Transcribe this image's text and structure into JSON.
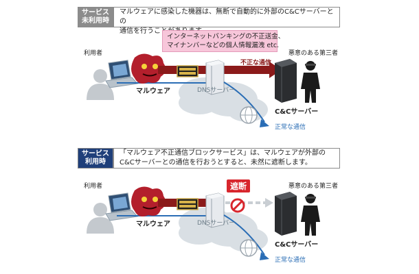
{
  "top": {
    "tag_line1": "サービス",
    "tag_line2": "未利用時",
    "desc_line1": "マルウェアに感染した機器は、無断で自動的に外部のC&Cサーバーとの",
    "desc_line2": "通信を行うことがあります。",
    "callout_line1": "インターネットバンキングの不正送金、",
    "callout_line2": "マイナンバーなどの個人情報漏洩 etc.",
    "user_label": "利用者",
    "third_party_label": "悪意のある第三者",
    "malware_label": "マルウェア",
    "dns_label": "DNSサーバー",
    "illegal_comm_label": "不正な通信",
    "cc_server_label": "C&Cサーバー",
    "normal_comm_label": "正常な通信"
  },
  "bottom": {
    "tag_line1": "サービス",
    "tag_line2": "利用時",
    "desc_line1": "「マルウェア不正通信ブロックサービス」は、マルウェアが外部の",
    "desc_line2": "C&Cサーバーとの通信を行おうとすると、未然に遮断します。",
    "user_label": "利用者",
    "third_party_label": "悪意のある第三者",
    "malware_label": "マルウェア",
    "dns_label": "DNSサーバー",
    "block_label": "遮断",
    "cc_server_label": "C&Cサーバー",
    "normal_comm_label": "正常な通信"
  },
  "colors": {
    "illegal_arrow": "#8b1a1a",
    "normal_arrow": "#2a6db5",
    "block_red": "#d8262d",
    "tag_gray": "#8c8c8c",
    "tag_blue": "#1f3f7a"
  }
}
